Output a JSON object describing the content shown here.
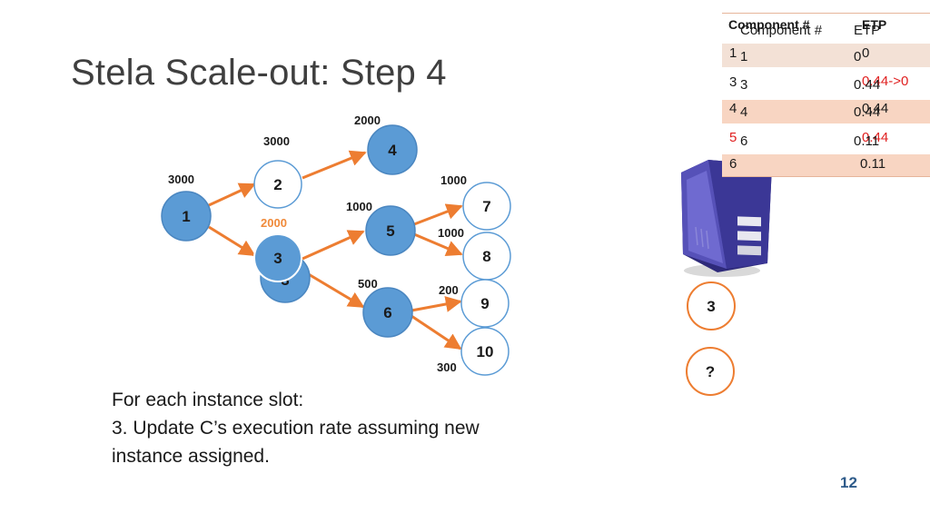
{
  "slide": {
    "title": "Stela Scale-out: Step 4",
    "page_number": "12"
  },
  "body": {
    "line1": "For each instance slot:",
    "line2": "3. Update C’s execution rate assuming new",
    "line3": "instance assigned."
  },
  "table": {
    "header_ghost": {
      "component": "Component #",
      "etp": "ETP"
    },
    "header": {
      "component": "Component #",
      "etp": "ETP"
    },
    "rows": [
      {
        "ghost_id": "1",
        "id": "1",
        "ghost_etp": "0",
        "etp": "0"
      },
      {
        "ghost_id": "3",
        "id": "3",
        "ghost_etp": "0.44->0",
        "etp": "0.44"
      },
      {
        "ghost_id": "4",
        "id": "4",
        "ghost_etp": "0.44",
        "etp": "0.44"
      },
      {
        "ghost_id": "5",
        "id": "6",
        "ghost_etp": "0.44",
        "etp": "0.11"
      },
      {
        "ghost_id": "6",
        "id": "",
        "ghost_etp": "",
        "etp": "0.11"
      }
    ],
    "colors": {
      "header_bg": "#f3e1d6",
      "row_bg": "#f8d5c2",
      "accent_red": "#e02020"
    }
  },
  "graph": {
    "nodes": [
      {
        "id": "1",
        "style": "filled"
      },
      {
        "id": "2",
        "style": "outline"
      },
      {
        "id": "3",
        "style": "outline"
      },
      {
        "id": "3-shadow",
        "label": "3",
        "style": "filled"
      },
      {
        "id": "4",
        "style": "filled"
      },
      {
        "id": "5",
        "style": "filled"
      },
      {
        "id": "6",
        "style": "filled"
      },
      {
        "id": "7",
        "style": "outline"
      },
      {
        "id": "8",
        "style": "outline"
      },
      {
        "id": "9",
        "style": "outline"
      },
      {
        "id": "10",
        "style": "outline"
      }
    ],
    "rate_labels": {
      "n1": "3000",
      "n2": "3000",
      "n4": "2000",
      "n3": "2000",
      "n5": "1000",
      "n7": "1000",
      "n8": "1000",
      "n6": "500",
      "n9": "200",
      "n10": "300"
    },
    "colors": {
      "node_fill": "#5b9bd5",
      "node_stroke": "#4a86c0",
      "edge": "#ed7d31",
      "orange_text": "#f08a3a"
    }
  },
  "machine": {
    "icon": "server-icon",
    "slots": [
      "3",
      "?"
    ]
  }
}
